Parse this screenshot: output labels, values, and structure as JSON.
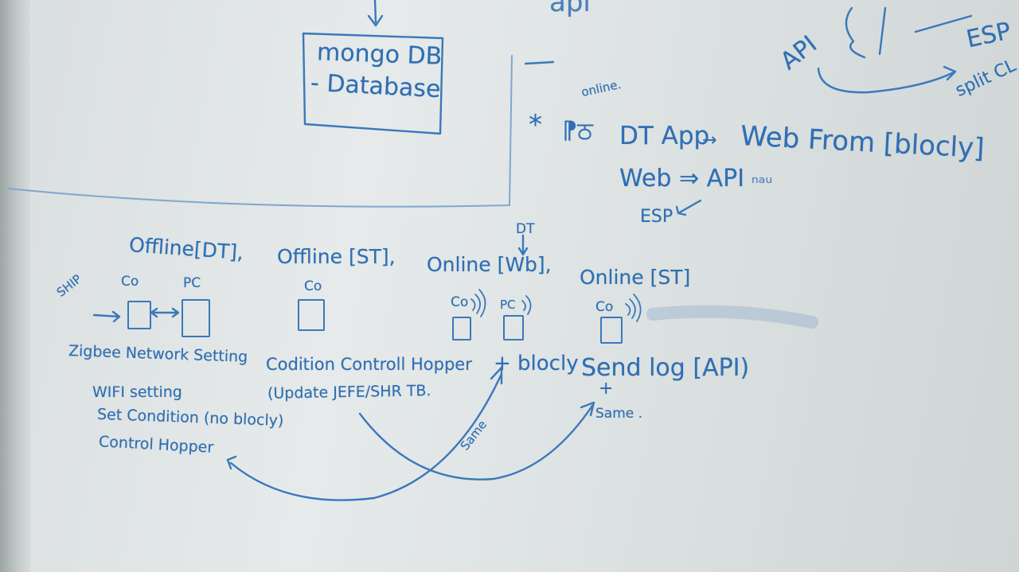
{
  "whiteboard": {
    "top_box": {
      "title": "mongo DB",
      "subtitle": "- Database"
    },
    "top_fragment": "api",
    "top_right": {
      "api": "API",
      "esp": "ESP",
      "split": "split CL"
    },
    "notes": {
      "star": "*",
      "online": "online.",
      "dt_app": "DT App",
      "web_from": "Web From [blocly]",
      "web_api": "Web ⇒ API",
      "esp": "ESP"
    },
    "modes": {
      "offline_dt": "Offline[DT],",
      "offline_st": "Offline [ST],",
      "online_wb": "Online [Wb],",
      "online_st": "Online [ST]",
      "dt_marker": "DT"
    },
    "devices": {
      "ship": "SHIP",
      "co1": "Co",
      "pc1": "PC",
      "co2": "Co",
      "co3": "Co",
      "pc3": "PC",
      "co4": "Co"
    },
    "descriptions": {
      "zigbee": "Zigbee Network Setting",
      "wifi": "WIFI setting",
      "set_condition": "Set Condition (no blocly)",
      "control_hopper": "Control Hopper",
      "condition_control": "Codition Controll Hopper",
      "update": "(Update JEFE/SHR TB.",
      "plus_blocly": "+ blocly",
      "send_log": "Send log [API)",
      "plus": "+",
      "same1": "Same",
      "same2": "Same ."
    }
  }
}
